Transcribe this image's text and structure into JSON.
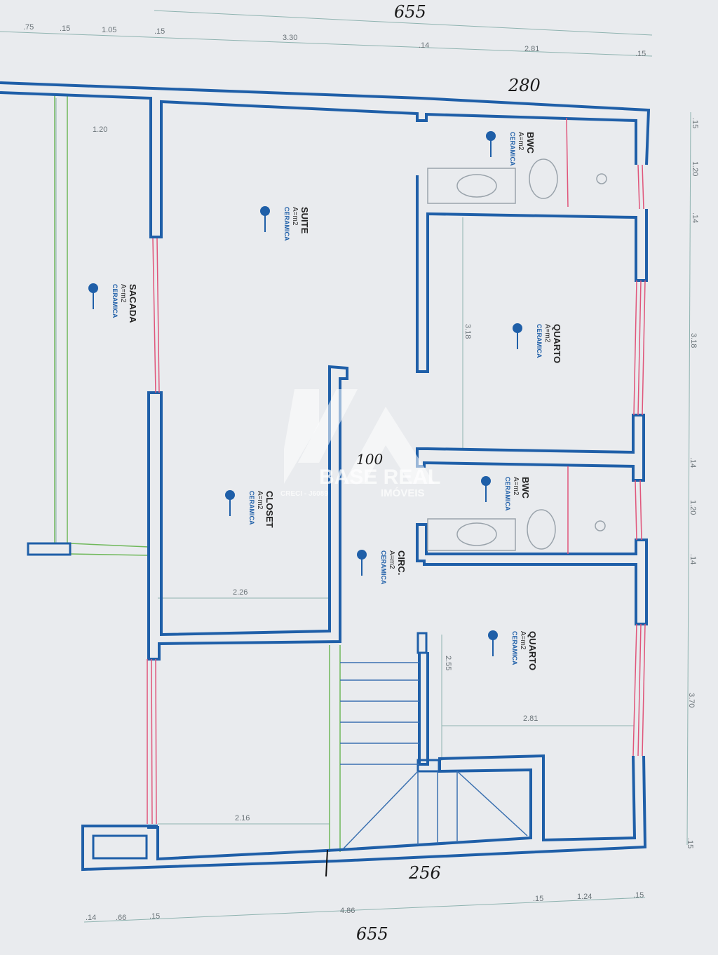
{
  "plan": {
    "total_width_top": "655",
    "total_width_bottom": "655",
    "handwritten_top_right": "280",
    "handwritten_bottom": "256",
    "handwritten_middle": "100",
    "top_dims": [
      ".75",
      ".15",
      "1.05",
      ".15",
      "3.30",
      ".14",
      "2.81",
      ".15"
    ],
    "bottom_dims": [
      ".14",
      ".66",
      ".15",
      "4.86",
      ".15",
      "1.24",
      ".15"
    ],
    "right_dims": [
      ".15",
      "1.20",
      ".14",
      "3.18",
      ".14",
      "1.20",
      ".14",
      "3.70",
      ".15"
    ],
    "interior_dims": {
      "sacada": "1.20",
      "quarto1": "3.18",
      "closet": "2.26",
      "lower": "2.16",
      "quarto2_v": "2.55",
      "quarto2_h": "2.81"
    },
    "rooms": [
      {
        "name": "SUITE",
        "area": "A=m2",
        "floor": "CERAMICA"
      },
      {
        "name": "SACADA",
        "area": "A=m2",
        "floor": "CERAMICA"
      },
      {
        "name": "BWC",
        "area": "A=m2",
        "floor": "CERAMICA"
      },
      {
        "name": "QUARTO",
        "area": "A=m2",
        "floor": "CERAMICA"
      },
      {
        "name": "BWC",
        "area": "A=m2",
        "floor": "CERAMICA"
      },
      {
        "name": "CLOSET",
        "area": "A=m2",
        "floor": "CERAMICA"
      },
      {
        "name": "CIRC.",
        "area": "A=m2",
        "floor": "CERAMICA"
      },
      {
        "name": "QUARTO",
        "area": "A=m2",
        "floor": "CERAMICA"
      }
    ]
  },
  "watermark": {
    "brand": "BASE REAL",
    "sub": "IMÓVEIS",
    "creci": "CRECI - J6089"
  },
  "colors": {
    "wall": "#1f5fa8",
    "window": "#e0557a",
    "paper": "#e9ebee"
  }
}
